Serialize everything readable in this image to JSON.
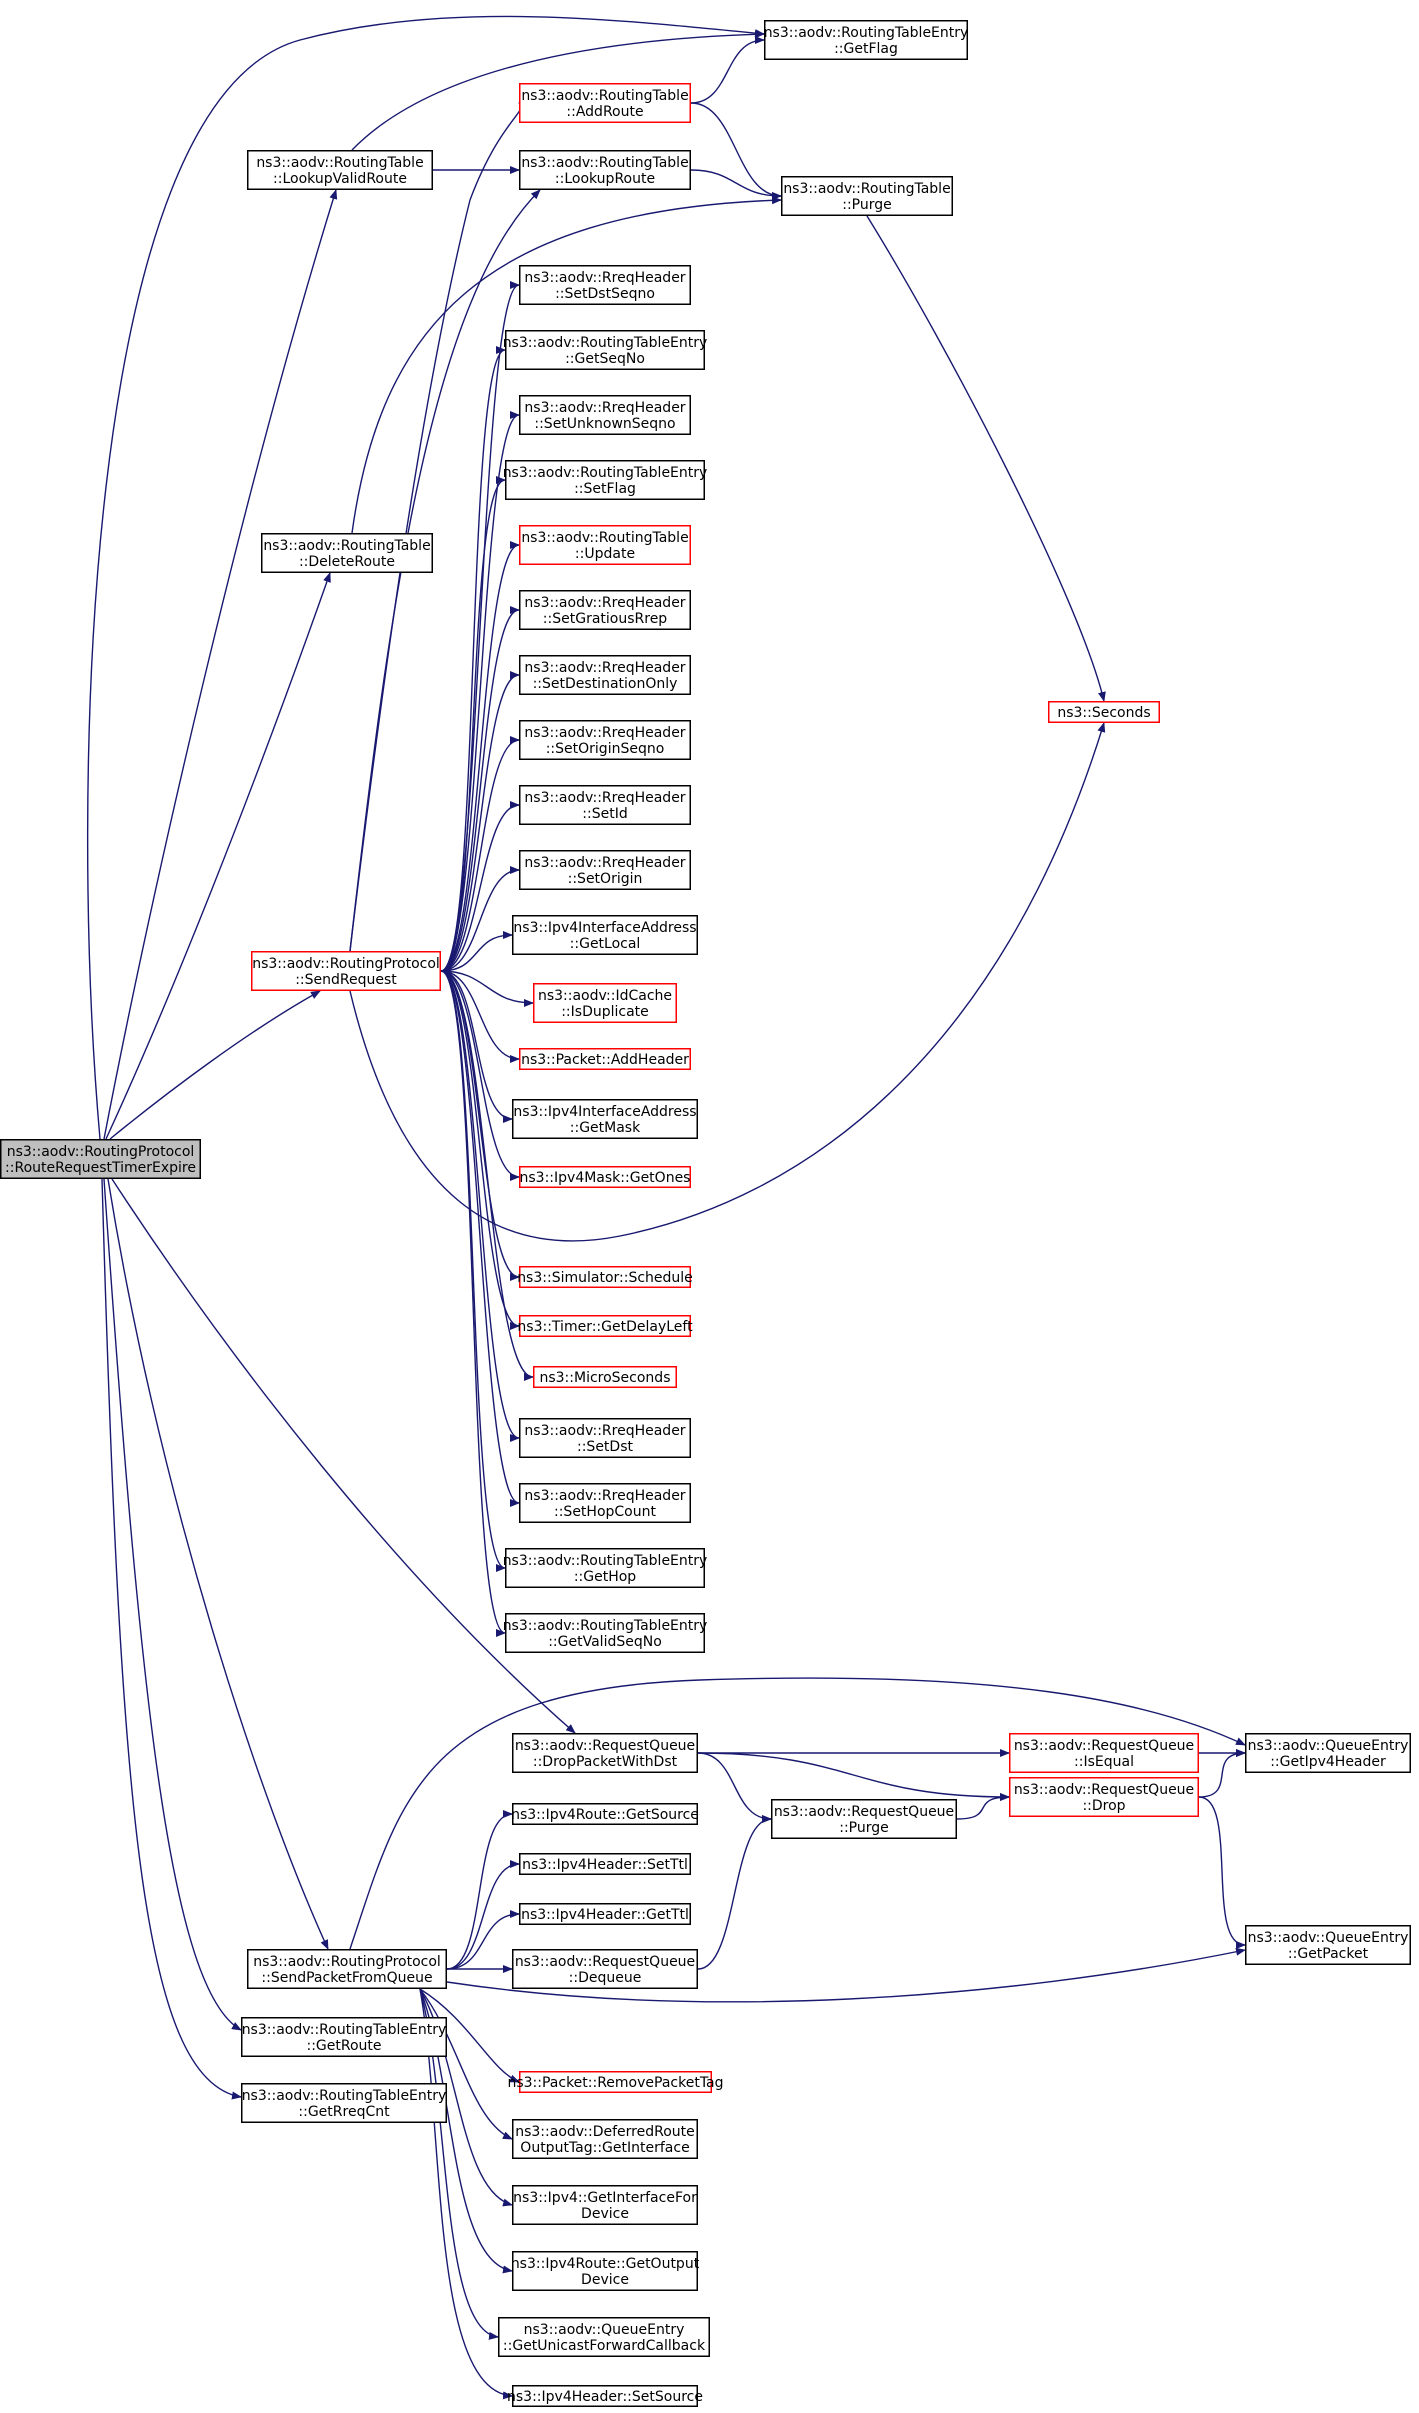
{
  "graph": {
    "edge_color": "#191970",
    "root_fill": "#bfbfbf",
    "highlight_border": "#ff0000",
    "nodes": [
      {
        "id": "root",
        "lines": [
          "ns3::aodv::RoutingProtocol",
          "::RouteRequestTimerExpire"
        ],
        "style": "root"
      },
      {
        "id": "getflag",
        "lines": [
          "ns3::aodv::RoutingTableEntry",
          "::GetFlag"
        ],
        "style": "normal"
      },
      {
        "id": "addroute",
        "lines": [
          "ns3::aodv::RoutingTable",
          "::AddRoute"
        ],
        "style": "red"
      },
      {
        "id": "lookupvalid",
        "lines": [
          "ns3::aodv::RoutingTable",
          "::LookupValidRoute"
        ],
        "style": "normal"
      },
      {
        "id": "lookuproute",
        "lines": [
          "ns3::aodv::RoutingTable",
          "::LookupRoute"
        ],
        "style": "normal"
      },
      {
        "id": "purge_rt",
        "lines": [
          "ns3::aodv::RoutingTable",
          "::Purge"
        ],
        "style": "normal"
      },
      {
        "id": "setdstseqno",
        "lines": [
          "ns3::aodv::RreqHeader",
          "::SetDstSeqno"
        ],
        "style": "normal"
      },
      {
        "id": "getseqno",
        "lines": [
          "ns3::aodv::RoutingTableEntry",
          "::GetSeqNo"
        ],
        "style": "normal"
      },
      {
        "id": "setunknown",
        "lines": [
          "ns3::aodv::RreqHeader",
          "::SetUnknownSeqno"
        ],
        "style": "normal"
      },
      {
        "id": "setflag",
        "lines": [
          "ns3::aodv::RoutingTableEntry",
          "::SetFlag"
        ],
        "style": "normal"
      },
      {
        "id": "deleteroute",
        "lines": [
          "ns3::aodv::RoutingTable",
          "::DeleteRoute"
        ],
        "style": "normal"
      },
      {
        "id": "update",
        "lines": [
          "ns3::aodv::RoutingTable",
          "::Update"
        ],
        "style": "red"
      },
      {
        "id": "setgratious",
        "lines": [
          "ns3::aodv::RreqHeader",
          "::SetGratiousRrep"
        ],
        "style": "normal"
      },
      {
        "id": "setdestonly",
        "lines": [
          "ns3::aodv::RreqHeader",
          "::SetDestinationOnly"
        ],
        "style": "normal"
      },
      {
        "id": "seconds",
        "lines": [
          "ns3::Seconds"
        ],
        "style": "red"
      },
      {
        "id": "setoriginseqno",
        "lines": [
          "ns3::aodv::RreqHeader",
          "::SetOriginSeqno"
        ],
        "style": "normal"
      },
      {
        "id": "setid",
        "lines": [
          "ns3::aodv::RreqHeader",
          "::SetId"
        ],
        "style": "normal"
      },
      {
        "id": "setorigin",
        "lines": [
          "ns3::aodv::RreqHeader",
          "::SetOrigin"
        ],
        "style": "normal"
      },
      {
        "id": "getlocal",
        "lines": [
          "ns3::Ipv4InterfaceAddress",
          "::GetLocal"
        ],
        "style": "normal"
      },
      {
        "id": "sendrequest",
        "lines": [
          "ns3::aodv::RoutingProtocol",
          "::SendRequest"
        ],
        "style": "red"
      },
      {
        "id": "isduplicate",
        "lines": [
          "ns3::aodv::IdCache",
          "::IsDuplicate"
        ],
        "style": "red"
      },
      {
        "id": "addheader",
        "lines": [
          "ns3::Packet::AddHeader"
        ],
        "style": "red"
      },
      {
        "id": "getmask",
        "lines": [
          "ns3::Ipv4InterfaceAddress",
          "::GetMask"
        ],
        "style": "normal"
      },
      {
        "id": "getones",
        "lines": [
          "ns3::Ipv4Mask::GetOnes"
        ],
        "style": "red"
      },
      {
        "id": "schedule",
        "lines": [
          "ns3::Simulator::Schedule"
        ],
        "style": "red"
      },
      {
        "id": "getdelayleft",
        "lines": [
          "ns3::Timer::GetDelayLeft"
        ],
        "style": "red"
      },
      {
        "id": "microseconds",
        "lines": [
          "ns3::MicroSeconds"
        ],
        "style": "red"
      },
      {
        "id": "setdst",
        "lines": [
          "ns3::aodv::RreqHeader",
          "::SetDst"
        ],
        "style": "normal"
      },
      {
        "id": "sethopcount",
        "lines": [
          "ns3::aodv::RreqHeader",
          "::SetHopCount"
        ],
        "style": "normal"
      },
      {
        "id": "gethop",
        "lines": [
          "ns3::aodv::RoutingTableEntry",
          "::GetHop"
        ],
        "style": "normal"
      },
      {
        "id": "getvalidseqno",
        "lines": [
          "ns3::aodv::RoutingTableEntry",
          "::GetValidSeqNo"
        ],
        "style": "normal"
      },
      {
        "id": "droppacket",
        "lines": [
          "ns3::aodv::RequestQueue",
          "::DropPacketWithDst"
        ],
        "style": "normal"
      },
      {
        "id": "isequal",
        "lines": [
          "ns3::aodv::RequestQueue",
          "::IsEqual"
        ],
        "style": "red"
      },
      {
        "id": "getipv4header",
        "lines": [
          "ns3::aodv::QueueEntry",
          "::GetIpv4Header"
        ],
        "style": "normal"
      },
      {
        "id": "getsource",
        "lines": [
          "ns3::Ipv4Route::GetSource"
        ],
        "style": "normal"
      },
      {
        "id": "purge_rq",
        "lines": [
          "ns3::aodv::RequestQueue",
          "::Purge"
        ],
        "style": "normal"
      },
      {
        "id": "drop",
        "lines": [
          "ns3::aodv::RequestQueue",
          "::Drop"
        ],
        "style": "red"
      },
      {
        "id": "setttl",
        "lines": [
          "ns3::Ipv4Header::SetTtl"
        ],
        "style": "normal"
      },
      {
        "id": "getttl",
        "lines": [
          "ns3::Ipv4Header::GetTtl"
        ],
        "style": "normal"
      },
      {
        "id": "sendpacket",
        "lines": [
          "ns3::aodv::RoutingProtocol",
          "::SendPacketFromQueue"
        ],
        "style": "normal"
      },
      {
        "id": "dequeue",
        "lines": [
          "ns3::aodv::RequestQueue",
          "::Dequeue"
        ],
        "style": "normal"
      },
      {
        "id": "getpacket",
        "lines": [
          "ns3::aodv::QueueEntry",
          "::GetPacket"
        ],
        "style": "normal"
      },
      {
        "id": "getroute",
        "lines": [
          "ns3::aodv::RoutingTableEntry",
          "::GetRoute"
        ],
        "style": "normal"
      },
      {
        "id": "getreqcnt",
        "lines": [
          "ns3::aodv::RoutingTableEntry",
          "::GetRreqCnt"
        ],
        "style": "normal"
      },
      {
        "id": "removetag",
        "lines": [
          "ns3::Packet::RemovePacketTag"
        ],
        "style": "red"
      },
      {
        "id": "getinterface",
        "lines": [
          "ns3::aodv::DeferredRoute",
          "OutputTag::GetInterface"
        ],
        "style": "normal"
      },
      {
        "id": "getiffordev",
        "lines": [
          "ns3::Ipv4::GetInterfaceFor",
          "Device"
        ],
        "style": "normal"
      },
      {
        "id": "getoutputdev",
        "lines": [
          "ns3::Ipv4Route::GetOutput",
          "Device"
        ],
        "style": "normal"
      },
      {
        "id": "getunicast",
        "lines": [
          "ns3::aodv::QueueEntry",
          "::GetUnicastForwardCallback"
        ],
        "style": "normal"
      },
      {
        "id": "setsource",
        "lines": [
          "ns3::Ipv4Header::SetSource"
        ],
        "style": "normal"
      }
    ],
    "edges": [
      [
        "root",
        "getflag"
      ],
      [
        "root",
        "lookupvalid"
      ],
      [
        "root",
        "deleteroute"
      ],
      [
        "root",
        "sendrequest"
      ],
      [
        "root",
        "droppacket"
      ],
      [
        "root",
        "sendpacket"
      ],
      [
        "root",
        "getroute"
      ],
      [
        "root",
        "getreqcnt"
      ],
      [
        "lookupvalid",
        "getflag"
      ],
      [
        "lookupvalid",
        "lookuproute"
      ],
      [
        "addroute",
        "getflag"
      ],
      [
        "addroute",
        "purge_rt"
      ],
      [
        "lookuproute",
        "purge_rt"
      ],
      [
        "deleteroute",
        "purge_rt"
      ],
      [
        "purge_rt",
        "seconds"
      ],
      [
        "sendrequest",
        "addroute"
      ],
      [
        "sendrequest",
        "lookuproute"
      ],
      [
        "sendrequest",
        "setdstseqno"
      ],
      [
        "sendrequest",
        "getseqno"
      ],
      [
        "sendrequest",
        "setunknown"
      ],
      [
        "sendrequest",
        "setflag"
      ],
      [
        "sendrequest",
        "update"
      ],
      [
        "sendrequest",
        "setgratious"
      ],
      [
        "sendrequest",
        "setdestonly"
      ],
      [
        "sendrequest",
        "setoriginseqno"
      ],
      [
        "sendrequest",
        "setid"
      ],
      [
        "sendrequest",
        "setorigin"
      ],
      [
        "sendrequest",
        "getlocal"
      ],
      [
        "sendrequest",
        "isduplicate"
      ],
      [
        "sendrequest",
        "addheader"
      ],
      [
        "sendrequest",
        "getmask"
      ],
      [
        "sendrequest",
        "getones"
      ],
      [
        "sendrequest",
        "seconds"
      ],
      [
        "sendrequest",
        "schedule"
      ],
      [
        "sendrequest",
        "getdelayleft"
      ],
      [
        "sendrequest",
        "microseconds"
      ],
      [
        "sendrequest",
        "setdst"
      ],
      [
        "sendrequest",
        "sethopcount"
      ],
      [
        "sendrequest",
        "gethop"
      ],
      [
        "sendrequest",
        "getvalidseqno"
      ],
      [
        "droppacket",
        "isequal"
      ],
      [
        "droppacket",
        "purge_rq"
      ],
      [
        "droppacket",
        "drop"
      ],
      [
        "isequal",
        "getipv4header"
      ],
      [
        "drop",
        "getipv4header"
      ],
      [
        "drop",
        "getpacket"
      ],
      [
        "purge_rq",
        "drop"
      ],
      [
        "sendpacket",
        "getipv4header"
      ],
      [
        "sendpacket",
        "getsource"
      ],
      [
        "sendpacket",
        "setttl"
      ],
      [
        "sendpacket",
        "getttl"
      ],
      [
        "sendpacket",
        "dequeue"
      ],
      [
        "sendpacket",
        "getpacket"
      ],
      [
        "sendpacket",
        "removetag"
      ],
      [
        "sendpacket",
        "getinterface"
      ],
      [
        "sendpacket",
        "getiffordev"
      ],
      [
        "sendpacket",
        "getoutputdev"
      ],
      [
        "sendpacket",
        "getunicast"
      ],
      [
        "sendpacket",
        "setsource"
      ],
      [
        "dequeue",
        "purge_rq"
      ]
    ]
  }
}
